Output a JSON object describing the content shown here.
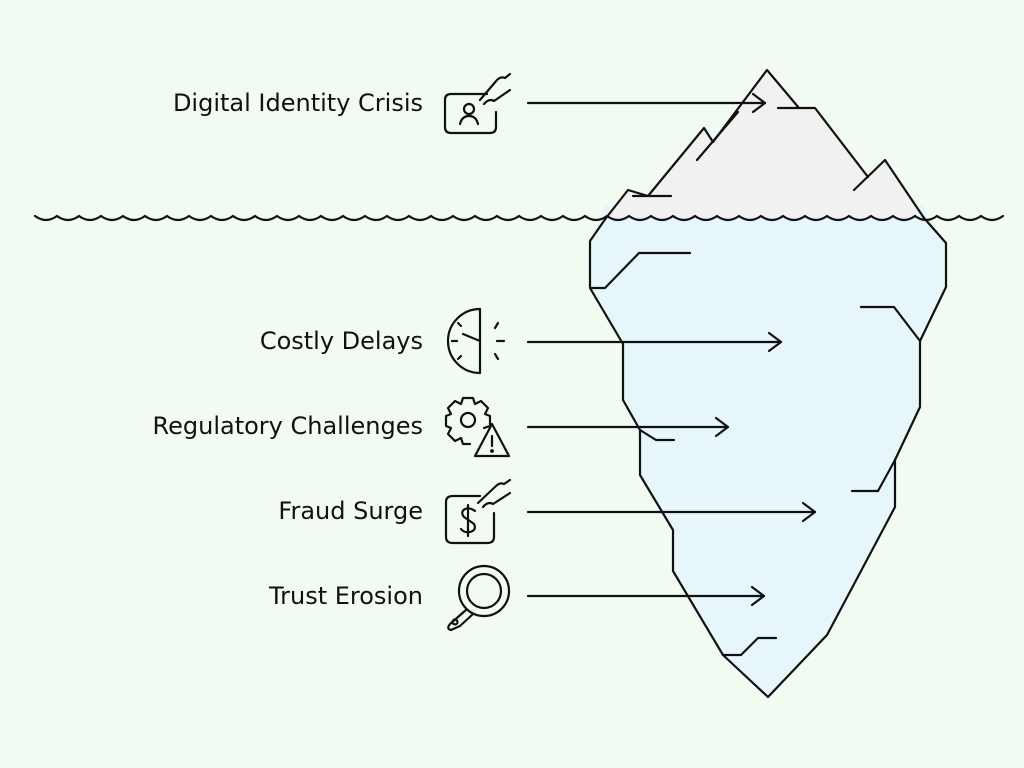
{
  "colors": {
    "background": "#f1fbf2",
    "ice_above_water": "#f1f1f1",
    "ice_below_water": "#e7f6fb",
    "stroke": "#111111"
  },
  "items": [
    {
      "label": "Digital Identity Crisis",
      "icon": "id-card-hand-icon",
      "level": "above-water"
    },
    {
      "label": "Costly Delays",
      "icon": "stopwatch-half-icon",
      "level": "below-water"
    },
    {
      "label": "Regulatory Challenges",
      "icon": "gear-warning-icon",
      "level": "below-water"
    },
    {
      "label": "Fraud Surge",
      "icon": "dollar-card-hand-icon",
      "level": "below-water"
    },
    {
      "label": "Trust Erosion",
      "icon": "magnifying-glass-icon",
      "level": "below-water"
    }
  ]
}
